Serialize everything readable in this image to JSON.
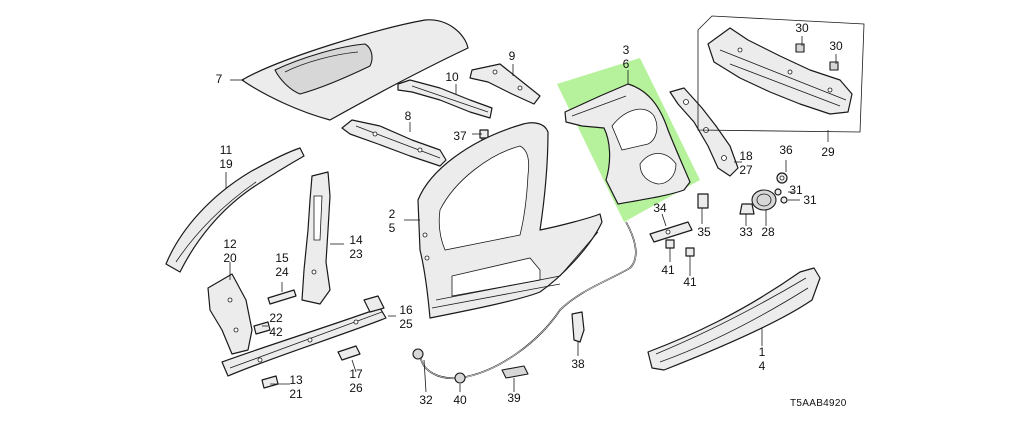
{
  "diagram": {
    "code": "T5AAB4920",
    "highlight_color": "#a9f08a",
    "callouts": {
      "c7": "7",
      "c9": "9",
      "c10": "10",
      "c8": "8",
      "c37": "37",
      "c3": "3",
      "c6": "6",
      "c30a": "30",
      "c30b": "30",
      "c29": "29",
      "c11": "11",
      "c19": "19",
      "c2": "2",
      "c5": "5",
      "c14": "14",
      "c23": "23",
      "c12": "12",
      "c20": "20",
      "c15": "15",
      "c24": "24",
      "c22": "22",
      "c42": "42",
      "c16": "16",
      "c25": "25",
      "c13": "13",
      "c21": "21",
      "c17": "17",
      "c26": "26",
      "c18": "18",
      "c27": "27",
      "c36": "36",
      "c31a": "31",
      "c31b": "31",
      "c28": "28",
      "c33": "33",
      "c34": "34",
      "c35": "35",
      "c41a": "41",
      "c41b": "41",
      "c38": "38",
      "c32": "32",
      "c40": "40",
      "c39": "39",
      "c1": "1",
      "c4": "4"
    }
  }
}
